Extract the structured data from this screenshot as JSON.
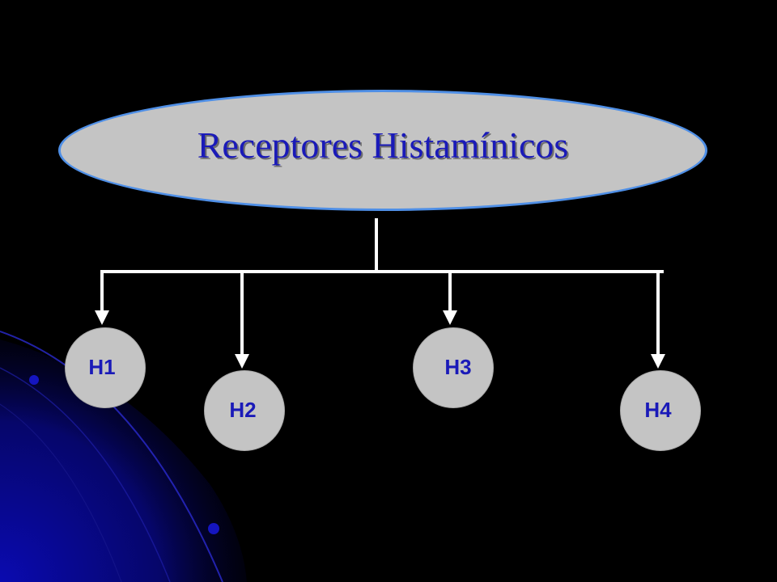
{
  "diagram": {
    "title": "Receptores Histamínicos",
    "nodes": [
      {
        "id": "h1",
        "label": "H1"
      },
      {
        "id": "h2",
        "label": "H2"
      },
      {
        "id": "h3",
        "label": "H3"
      },
      {
        "id": "h4",
        "label": "H4"
      }
    ]
  },
  "colors": {
    "background": "#000000",
    "shape_fill": "#c4c4c4",
    "ellipse_border": "#4f8fe6",
    "text": "#1a1ab8",
    "connector": "#ffffff",
    "decoration_blue": "#0a0a9a"
  }
}
